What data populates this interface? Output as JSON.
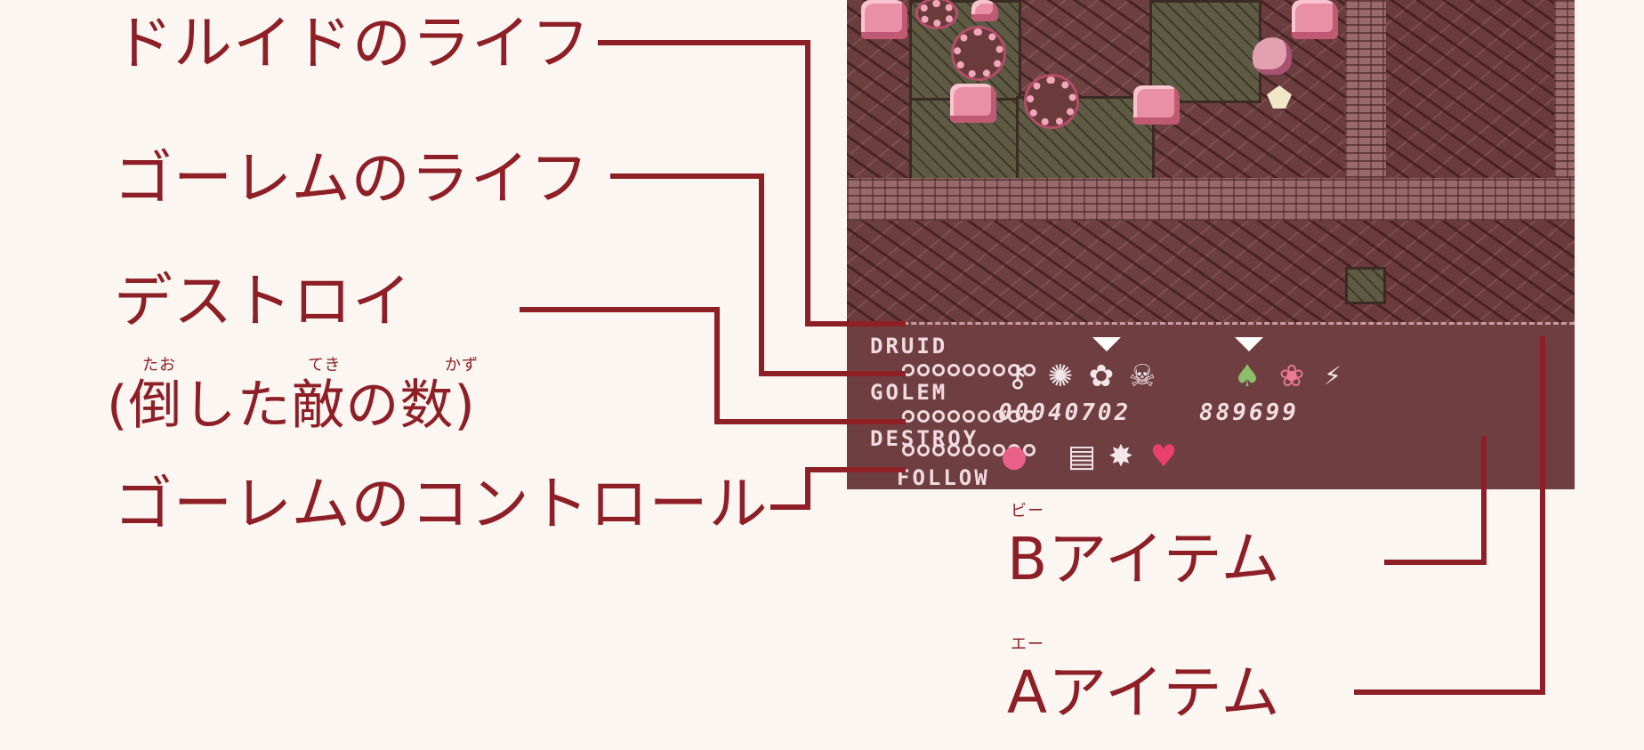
{
  "callouts": {
    "druid_life": "ドルイドのライフ",
    "golem_life": "ゴーレムのライフ",
    "destroy": "デストロイ",
    "destroy_note": "(倒した敵の数)",
    "destroy_ruby_1": "たお",
    "destroy_ruby_2": "てき",
    "destroy_ruby_3": "かず",
    "golem_control": "ゴーレムのコントロール",
    "b_item": "Bアイテム",
    "b_item_ruby": "ビー",
    "a_item": "Aアイテム",
    "a_item_ruby": "エー"
  },
  "hud": {
    "druid_label": "DRUID",
    "golem_label": "GOLEM",
    "destroy_label": "DESTROY",
    "control_label": "FOLLOW",
    "destroy_count": "00040702",
    "item_counts": "889699",
    "druid_life_segments": 9,
    "golem_life_segments": 9,
    "destroy_segments": 9
  },
  "icons": {
    "row1": [
      "key-icon",
      "spark-icon",
      "ghost-icon",
      "skull-icon",
      "potion-icon",
      "flame-icon",
      "lightning-icon"
    ],
    "row2": [
      "orb-icon",
      "scroll-icon",
      "web-icon",
      "heart-icon"
    ]
  },
  "colors": {
    "label_text": "#8e1f27",
    "hud_bg": "#6e3e40",
    "hud_text": "#f1dbe0",
    "accent_pink": "#e990a6"
  }
}
